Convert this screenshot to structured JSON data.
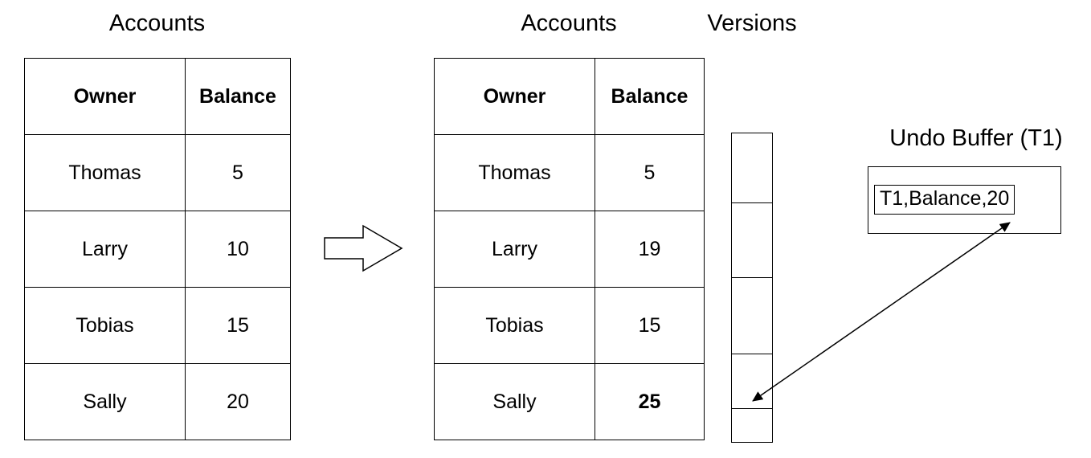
{
  "diagram": {
    "left_table": {
      "title": "Accounts",
      "headers": [
        "Owner",
        "Balance"
      ],
      "rows": [
        [
          "Thomas",
          "5"
        ],
        [
          "Larry",
          "10"
        ],
        [
          "Tobias",
          "15"
        ],
        [
          "Sally",
          "20"
        ]
      ]
    },
    "right_table": {
      "title": "Accounts",
      "headers": [
        "Owner",
        "Balance"
      ],
      "rows": [
        [
          "Thomas",
          "5"
        ],
        [
          "Larry",
          "19"
        ],
        [
          "Tobias",
          "15"
        ],
        [
          "Sally",
          "25"
        ]
      ]
    },
    "versions": {
      "title": "Versions",
      "slot_count": 5
    },
    "undo_buffer": {
      "title": "Undo Buffer (T1)",
      "entry": "T1,Balance,20"
    },
    "colors": {
      "line": "#000000",
      "background": "#ffffff"
    }
  }
}
